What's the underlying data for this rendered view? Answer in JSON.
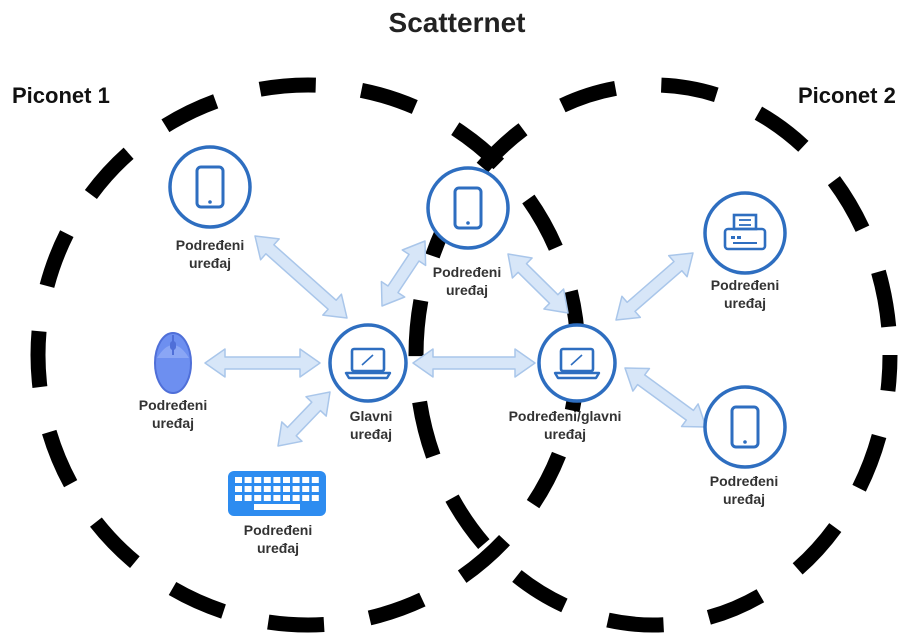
{
  "title": "Scatternet",
  "piconet1_label": "Piconet 1",
  "piconet2_label": "Piconet 2",
  "colors": {
    "node_stroke": "#2e6ec0",
    "arrow_fill": "#d7e6f8",
    "arrow_stroke": "#a9c6ea",
    "mouse": "#6d8ff0",
    "keyboard": "#2d8cf0",
    "circle_dash": "#000000"
  },
  "devices": {
    "tablet_p1": {
      "line1": "Podređeni",
      "line2": "uređaj",
      "icon": "tablet-icon"
    },
    "mouse": {
      "line1": "Podređeni",
      "line2": "uređaj",
      "icon": "mouse-icon"
    },
    "keyboard": {
      "line1": "Podređeni",
      "line2": "uređaj",
      "icon": "keyboard-icon"
    },
    "master": {
      "line1": "Glavni",
      "line2": "uređaj",
      "icon": "laptop-icon"
    },
    "tablet_shared": {
      "line1": "Podređeni",
      "line2": "uređaj",
      "icon": "tablet-icon"
    },
    "bridge": {
      "line1": "Podređeni/glavni",
      "line2": "uređaj",
      "icon": "laptop-icon"
    },
    "printer": {
      "line1": "Podređeni",
      "line2": "uređaj",
      "icon": "printer-icon"
    },
    "tablet_p2": {
      "line1": "Podređeni",
      "line2": "uređaj",
      "icon": "tablet-icon"
    }
  }
}
